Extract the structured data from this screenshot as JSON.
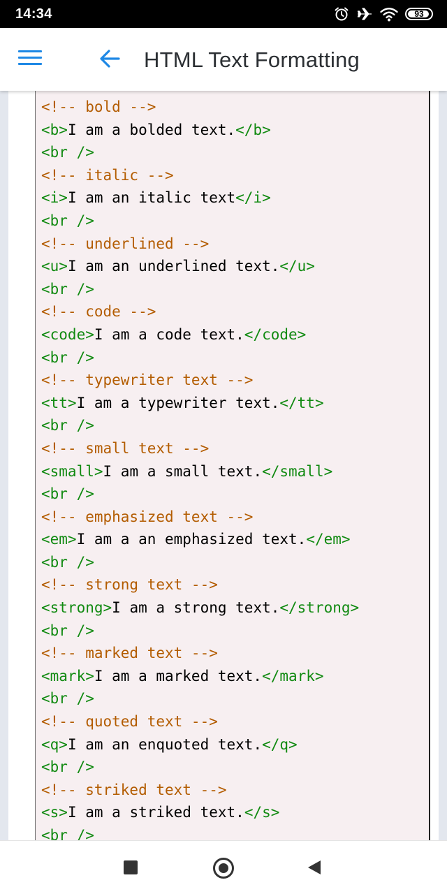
{
  "status_bar": {
    "time": "14:34",
    "battery": "93",
    "icons": [
      "alarm-icon",
      "airplane-icon",
      "wifi-icon",
      "battery-icon"
    ]
  },
  "app_bar": {
    "title": "HTML Text Formatting",
    "menu_icon": "hamburger-menu-icon",
    "back_icon": "back-arrow-icon",
    "accent_color": "#1e88e5"
  },
  "code_colors": {
    "comment": "#b35c00",
    "tag": "#118a11",
    "text": "#000000",
    "background": "#f7eff1"
  },
  "code_lines": [
    [
      [
        "comment",
        "<!-- bold -->"
      ]
    ],
    [
      [
        "tag",
        "<b>"
      ],
      [
        "text",
        "I am a bolded text."
      ],
      [
        "tag",
        "</b>"
      ]
    ],
    [
      [
        "tag",
        "<br />"
      ]
    ],
    [
      [
        "comment",
        "<!-- italic -->"
      ]
    ],
    [
      [
        "tag",
        "<i>"
      ],
      [
        "text",
        "I am an italic text"
      ],
      [
        "tag",
        "</i>"
      ]
    ],
    [
      [
        "tag",
        "<br />"
      ]
    ],
    [
      [
        "comment",
        "<!-- underlined -->"
      ]
    ],
    [
      [
        "tag",
        "<u>"
      ],
      [
        "text",
        "I am an underlined text."
      ],
      [
        "tag",
        "</u>"
      ]
    ],
    [
      [
        "tag",
        "<br />"
      ]
    ],
    [
      [
        "comment",
        "<!-- code -->"
      ]
    ],
    [
      [
        "tag",
        "<code>"
      ],
      [
        "text",
        "I am a code text."
      ],
      [
        "tag",
        "</code>"
      ]
    ],
    [
      [
        "tag",
        "<br />"
      ]
    ],
    [
      [
        "comment",
        "<!-- typewriter text -->"
      ]
    ],
    [
      [
        "tag",
        "<tt>"
      ],
      [
        "text",
        "I am a typewriter text."
      ],
      [
        "tag",
        "</tt>"
      ]
    ],
    [
      [
        "tag",
        "<br />"
      ]
    ],
    [
      [
        "comment",
        "<!-- small text -->"
      ]
    ],
    [
      [
        "tag",
        "<small>"
      ],
      [
        "text",
        "I am a small text."
      ],
      [
        "tag",
        "</small>"
      ]
    ],
    [
      [
        "tag",
        "<br />"
      ]
    ],
    [
      [
        "comment",
        "<!-- emphasized text -->"
      ]
    ],
    [
      [
        "tag",
        "<em>"
      ],
      [
        "text",
        "I am a an emphasized text."
      ],
      [
        "tag",
        "</em>"
      ]
    ],
    [
      [
        "tag",
        "<br />"
      ]
    ],
    [
      [
        "comment",
        "<!-- strong text -->"
      ]
    ],
    [
      [
        "tag",
        "<strong>"
      ],
      [
        "text",
        "I am a strong text."
      ],
      [
        "tag",
        "</strong>"
      ]
    ],
    [
      [
        "tag",
        "<br />"
      ]
    ],
    [
      [
        "comment",
        "<!-- marked text -->"
      ]
    ],
    [
      [
        "tag",
        "<mark>"
      ],
      [
        "text",
        "I am a marked text."
      ],
      [
        "tag",
        "</mark>"
      ]
    ],
    [
      [
        "tag",
        "<br />"
      ]
    ],
    [
      [
        "comment",
        "<!-- quoted text -->"
      ]
    ],
    [
      [
        "tag",
        "<q>"
      ],
      [
        "text",
        "I am an enquoted text."
      ],
      [
        "tag",
        "</q>"
      ]
    ],
    [
      [
        "tag",
        "<br />"
      ]
    ],
    [
      [
        "comment",
        "<!-- striked text -->"
      ]
    ],
    [
      [
        "tag",
        "<s>"
      ],
      [
        "text",
        "I am a striked text."
      ],
      [
        "tag",
        "</s>"
      ]
    ],
    [
      [
        "tag",
        "<br />"
      ]
    ]
  ],
  "nav_bar": {
    "icons": [
      "recent-apps-icon",
      "home-icon",
      "back-icon"
    ]
  }
}
